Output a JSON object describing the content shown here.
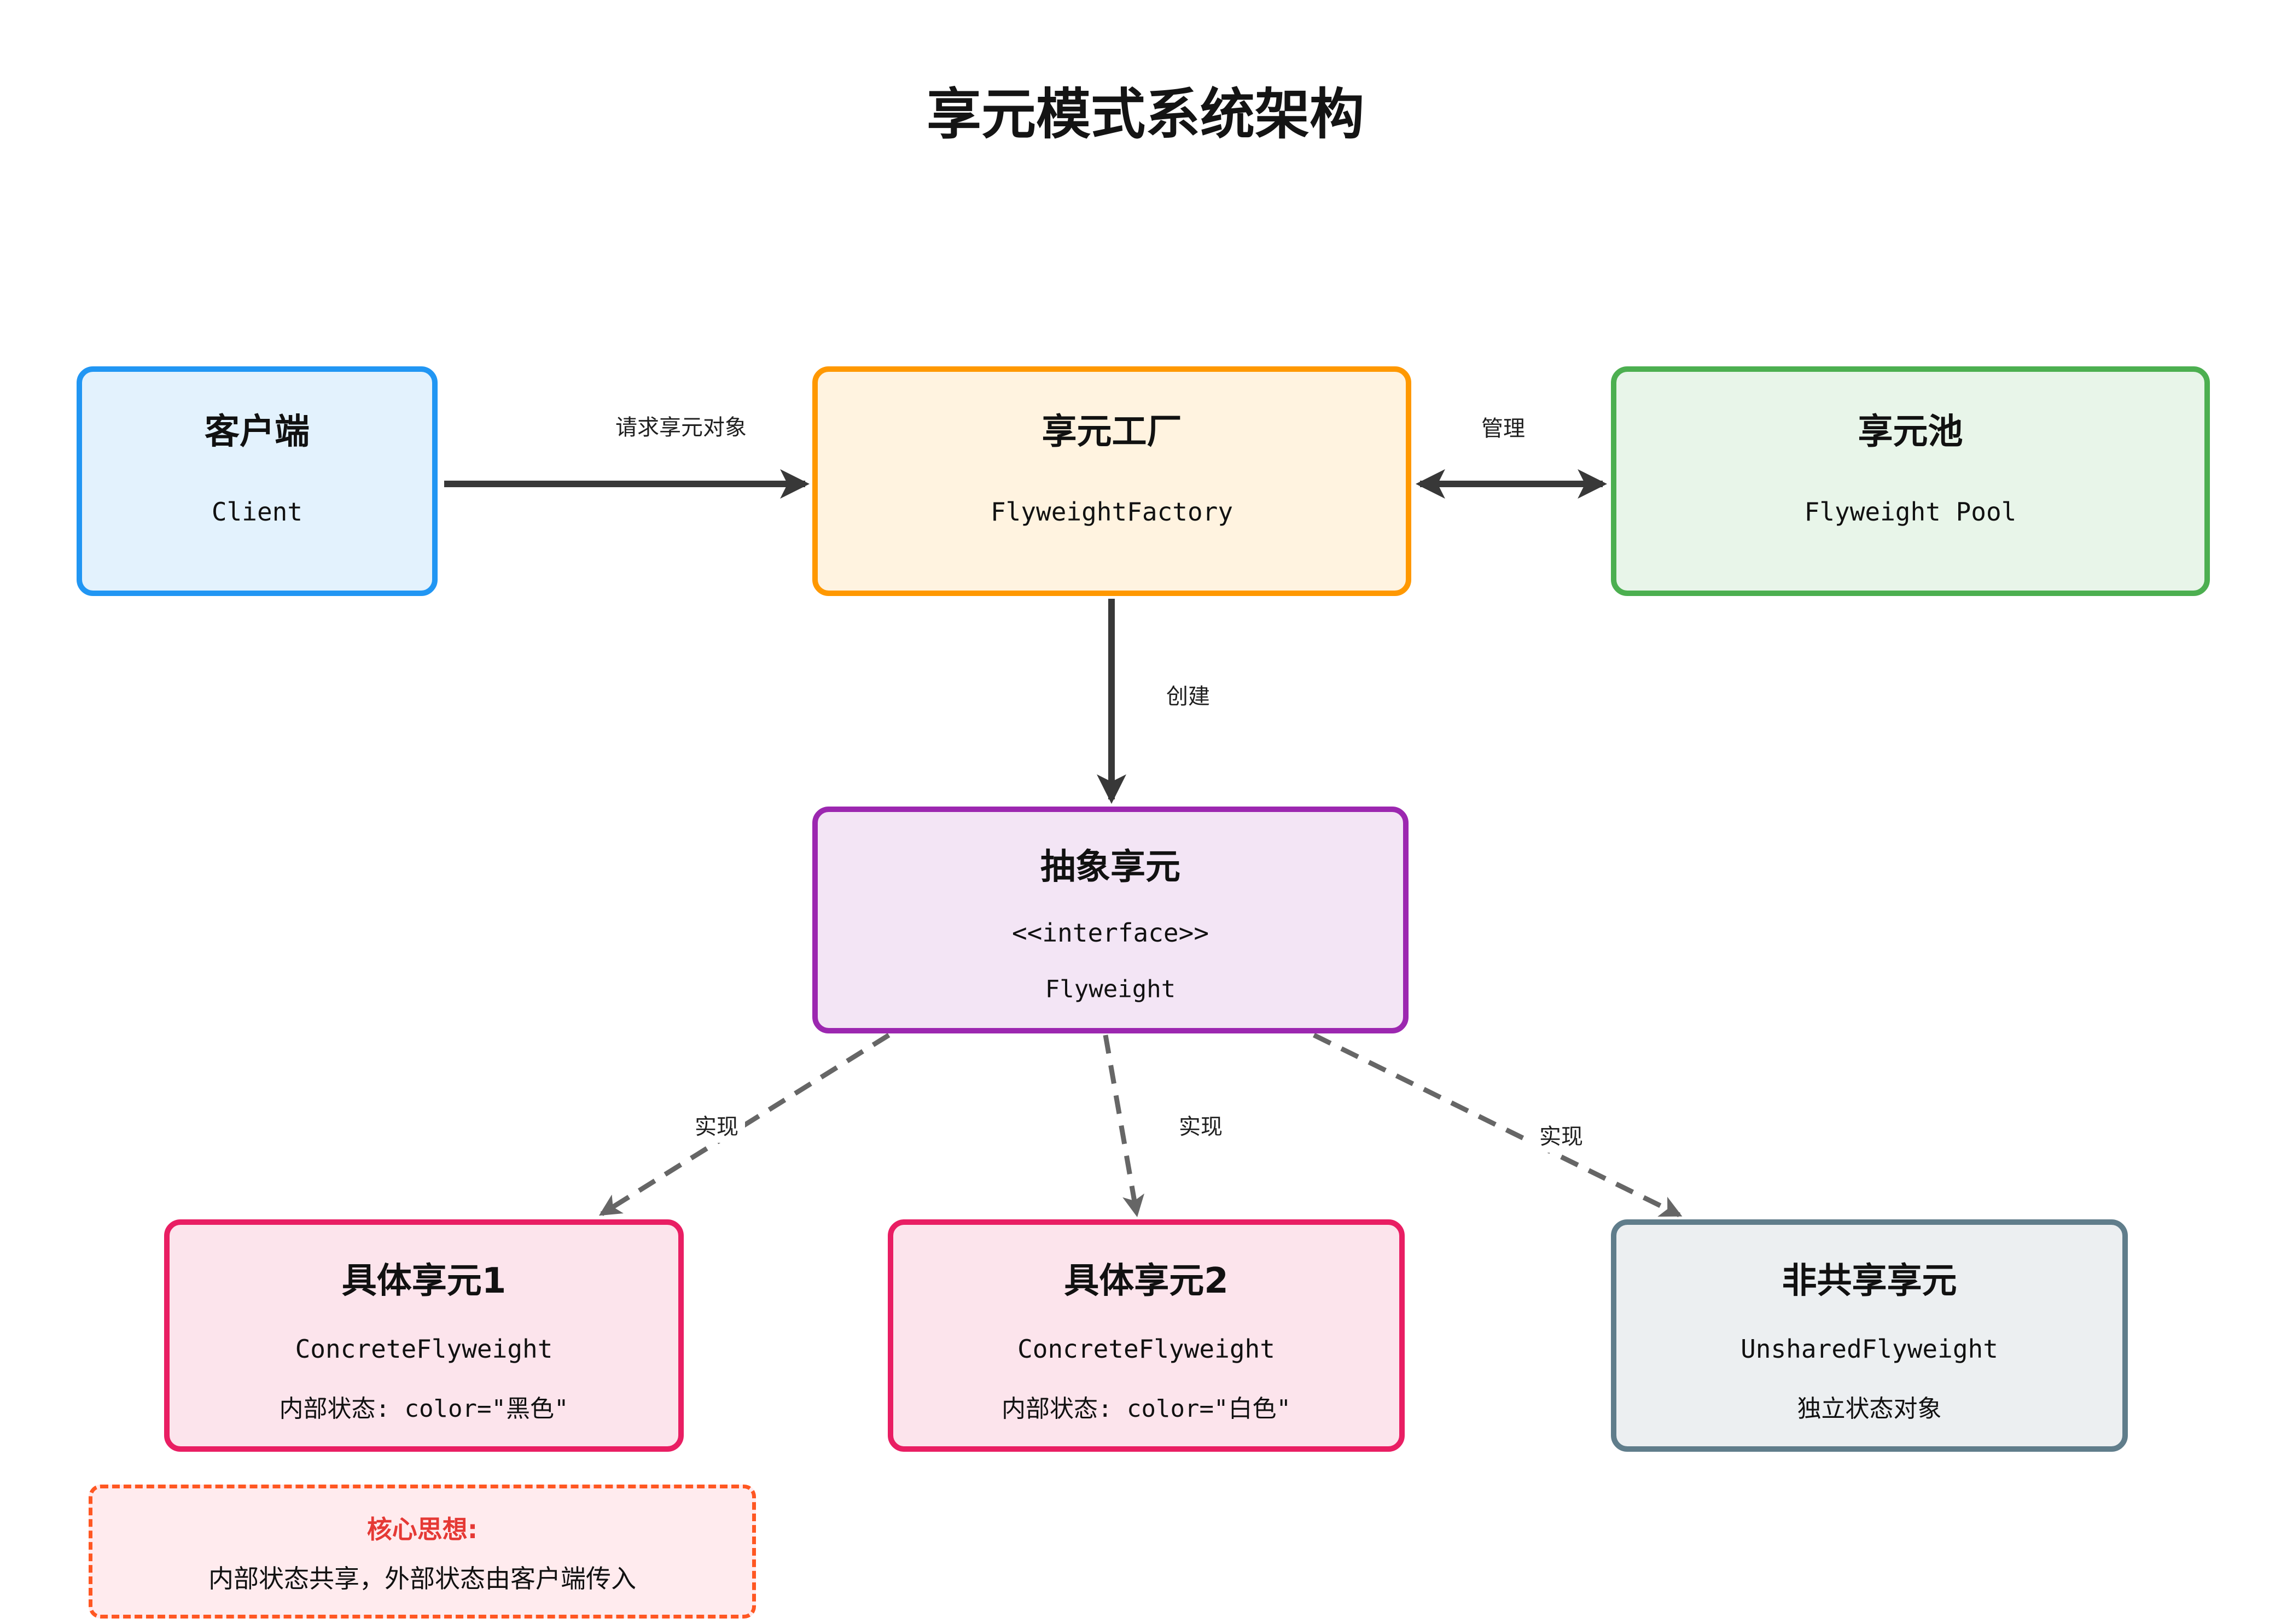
{
  "title": "享元模式系统架构",
  "colors": {
    "background": "#ffffff",
    "arrow_solid": "#383838",
    "arrow_dashed": "#666666"
  },
  "nodes": {
    "client": {
      "title": "客户端",
      "subtitle": "Client",
      "border": "#2196F3",
      "fill": "#E3F2FD"
    },
    "factory": {
      "title": "享元工厂",
      "subtitle": "FlyweightFactory",
      "border": "#FF9800",
      "fill": "#FFF3E0"
    },
    "pool": {
      "title": "享元池",
      "subtitle": "Flyweight Pool",
      "border": "#4CAF50",
      "fill": "#E8F5E9"
    },
    "abstract": {
      "title": "抽象享元",
      "subtitle": "<<interface>>",
      "line3": "Flyweight",
      "border": "#9C27B0",
      "fill": "#F3E5F5"
    },
    "concrete1": {
      "title": "具体享元1",
      "subtitle": "ConcreteFlyweight",
      "line3": "内部状态: color=\"黑色\"",
      "border": "#E91E63",
      "fill": "#FCE4EC"
    },
    "concrete2": {
      "title": "具体享元2",
      "subtitle": "ConcreteFlyweight",
      "line3": "内部状态: color=\"白色\"",
      "border": "#E91E63",
      "fill": "#FCE4EC"
    },
    "unshared": {
      "title": "非共享享元",
      "subtitle": "UnsharedFlyweight",
      "line3": "独立状态对象",
      "border": "#607D8B",
      "fill": "#ECEFF1"
    }
  },
  "edges": {
    "request": {
      "label": "请求享元对象"
    },
    "manage": {
      "label": "管理"
    },
    "create": {
      "label": "创建"
    },
    "impl1": {
      "label": "实现"
    },
    "impl2": {
      "label": "实现"
    },
    "impl3": {
      "label": "实现"
    }
  },
  "note": {
    "title": "核心思想:",
    "body": "内部状态共享，外部状态由客户端传入",
    "border": "#FF5722",
    "fill": "#FFEBEE",
    "title_color": "#E53935"
  }
}
